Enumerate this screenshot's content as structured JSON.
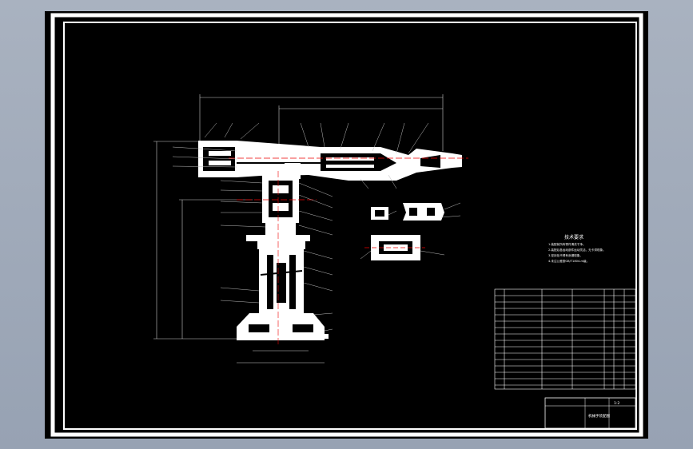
{
  "drawing": {
    "notes_title": "技术要求",
    "notes": [
      "1.装配前所有零件清洗干净。",
      "2.装配后各运动部件运动灵活，无卡滞现象。",
      "3.密封处不得有渗漏现象。",
      "4.未注公差按GB/T1804-m级。"
    ],
    "title_block": {
      "drawing_name": "机械手装配图",
      "scale": "1:2"
    }
  }
}
